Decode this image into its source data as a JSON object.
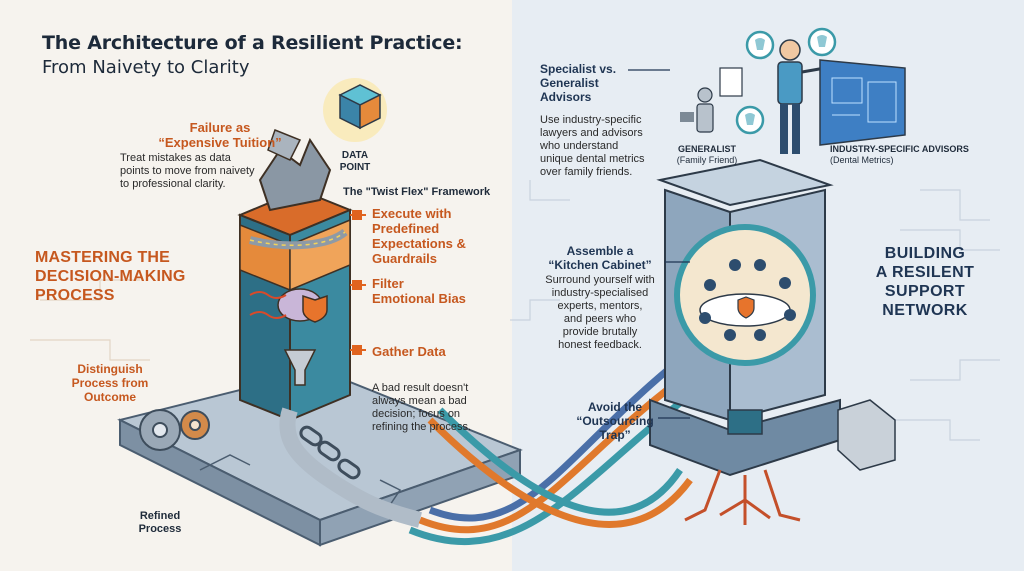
{
  "title": "The Architecture of a Resilient Practice:",
  "subtitle": "From Naivety to Clarity",
  "left": {
    "heading": [
      "MASTERING THE",
      "DECISION-MAKING",
      "PROCESS"
    ],
    "failure": {
      "title": [
        "Failure as",
        "“Expensive Tuition”"
      ],
      "body": [
        "Treat mistakes as data",
        "points to move from naivety",
        "to professional clarity."
      ]
    },
    "data_point": [
      "DATA",
      "POINT"
    ],
    "framework_title": "The \"Twist Flex\" Framework",
    "steps": [
      {
        "label": [
          "Execute with",
          "Predefined",
          "Expectations &",
          "Guardrails"
        ]
      },
      {
        "label": [
          "Filter",
          "Emotional Bias"
        ]
      },
      {
        "label": [
          "Gather Data"
        ]
      }
    ],
    "distinguish": [
      "Distinguish",
      "Process from",
      "Outcome"
    ],
    "bad_result": [
      "A bad result doesn't",
      "always mean a bad",
      "decision; focus on",
      "refining the process."
    ],
    "refined": [
      "Refined",
      "Process"
    ]
  },
  "right": {
    "heading": [
      "BUILDING",
      "A RESILENT",
      "SUPPORT",
      "NETWORK"
    ],
    "specialist": {
      "title": [
        "Specialist vs.",
        "Generalist",
        "Advisors"
      ],
      "body": [
        "Use industry-specific",
        "lawyers and advisors",
        "who understand",
        "unique dental metrics",
        "over family friends."
      ]
    },
    "generalist_label": [
      "GENERALIST",
      "(Family Friend)"
    ],
    "industry_label": [
      "INDUSTRY-SPECIFIC ADVISORS",
      "(Dental Metrics)"
    ],
    "kitchen": {
      "title": [
        "Assemble a",
        "“Kitchen Cabinet”"
      ],
      "body": [
        "Surround yourself with",
        "industry-specialised",
        "experts, mentors,",
        "and peers who",
        "provide brutally",
        "honest feedback."
      ]
    },
    "avoid": [
      "Avoid the",
      "“Outsourcing",
      "Trap”"
    ]
  },
  "colors": {
    "orange": "#c6581f",
    "navy": "#1f3553",
    "teal": "#3b9aa8",
    "cream": "#f5f3ef",
    "blue_bg": "#e7edf3"
  }
}
